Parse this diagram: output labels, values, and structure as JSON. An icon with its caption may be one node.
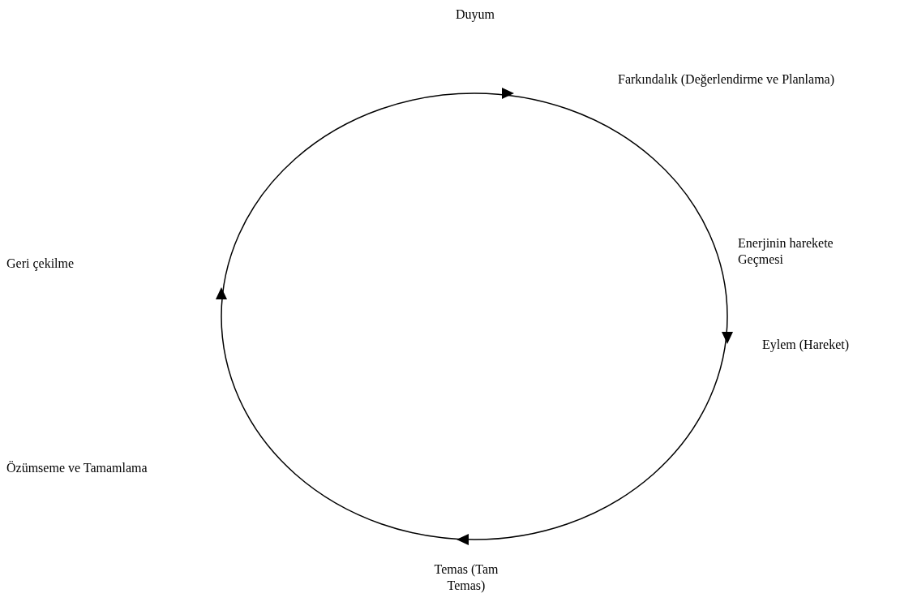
{
  "diagram": {
    "labels": [
      "Duyum",
      "Farkındalık (Değerlendirme ve Planlama)",
      "Enerjinin harekete Geçmesi",
      "Geri çekilme",
      "Eylem (Hareket)",
      "Özümseme ve Tamamlama",
      "Temas (Tam Temas)"
    ]
  }
}
